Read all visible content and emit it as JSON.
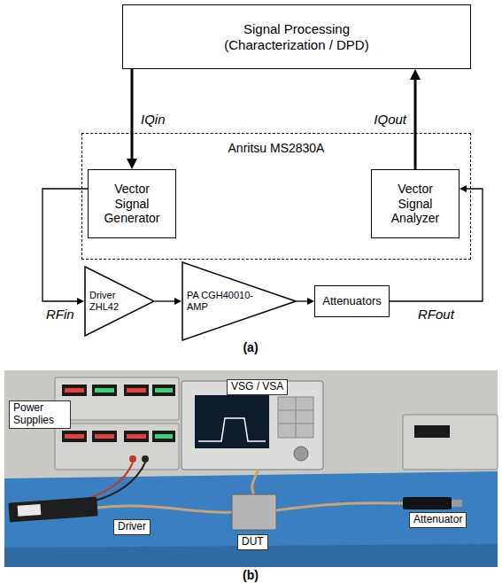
{
  "diagram": {
    "nodes": [
      {
        "text": [
          "Signal Processing (Characterization / DPD)"
        ]
      },
      {
        "text": [
          "Anritsu MS2830A"
        ]
      },
      {
        "text": [
          "Vector Signal Generator"
        ],
        "in": 1
      },
      {
        "text": [
          "Vector Signal Analyzer"
        ],
        "in": 1
      },
      {
        "text": [
          "Driver ZHL42"
        ]
      },
      {
        "text": [
          "PA CGH40010-AMP"
        ]
      },
      {
        "text": [
          "Attenuators"
        ]
      }
    ],
    "edges": [
      {
        "from": 0,
        "to": 2,
        "arrow": "to",
        "label": "IQin"
      },
      {
        "from": 3,
        "to": 0,
        "arrow": "to",
        "label": "IQout"
      },
      {
        "from": 2,
        "to": 4,
        "arrow": "to",
        "label": "RFin"
      },
      {
        "from": 4,
        "to": 5,
        "arrow": "to"
      },
      {
        "from": 5,
        "to": 6,
        "arrow": "to"
      },
      {
        "from": 6,
        "to": 3,
        "arrow": "to",
        "label": "RFout"
      }
    ],
    "labels": [
      "(a)",
      "Power Supplies",
      "VSG / VSA",
      "Driver",
      "DUT",
      "Attenuator",
      "(b)"
    ]
  }
}
